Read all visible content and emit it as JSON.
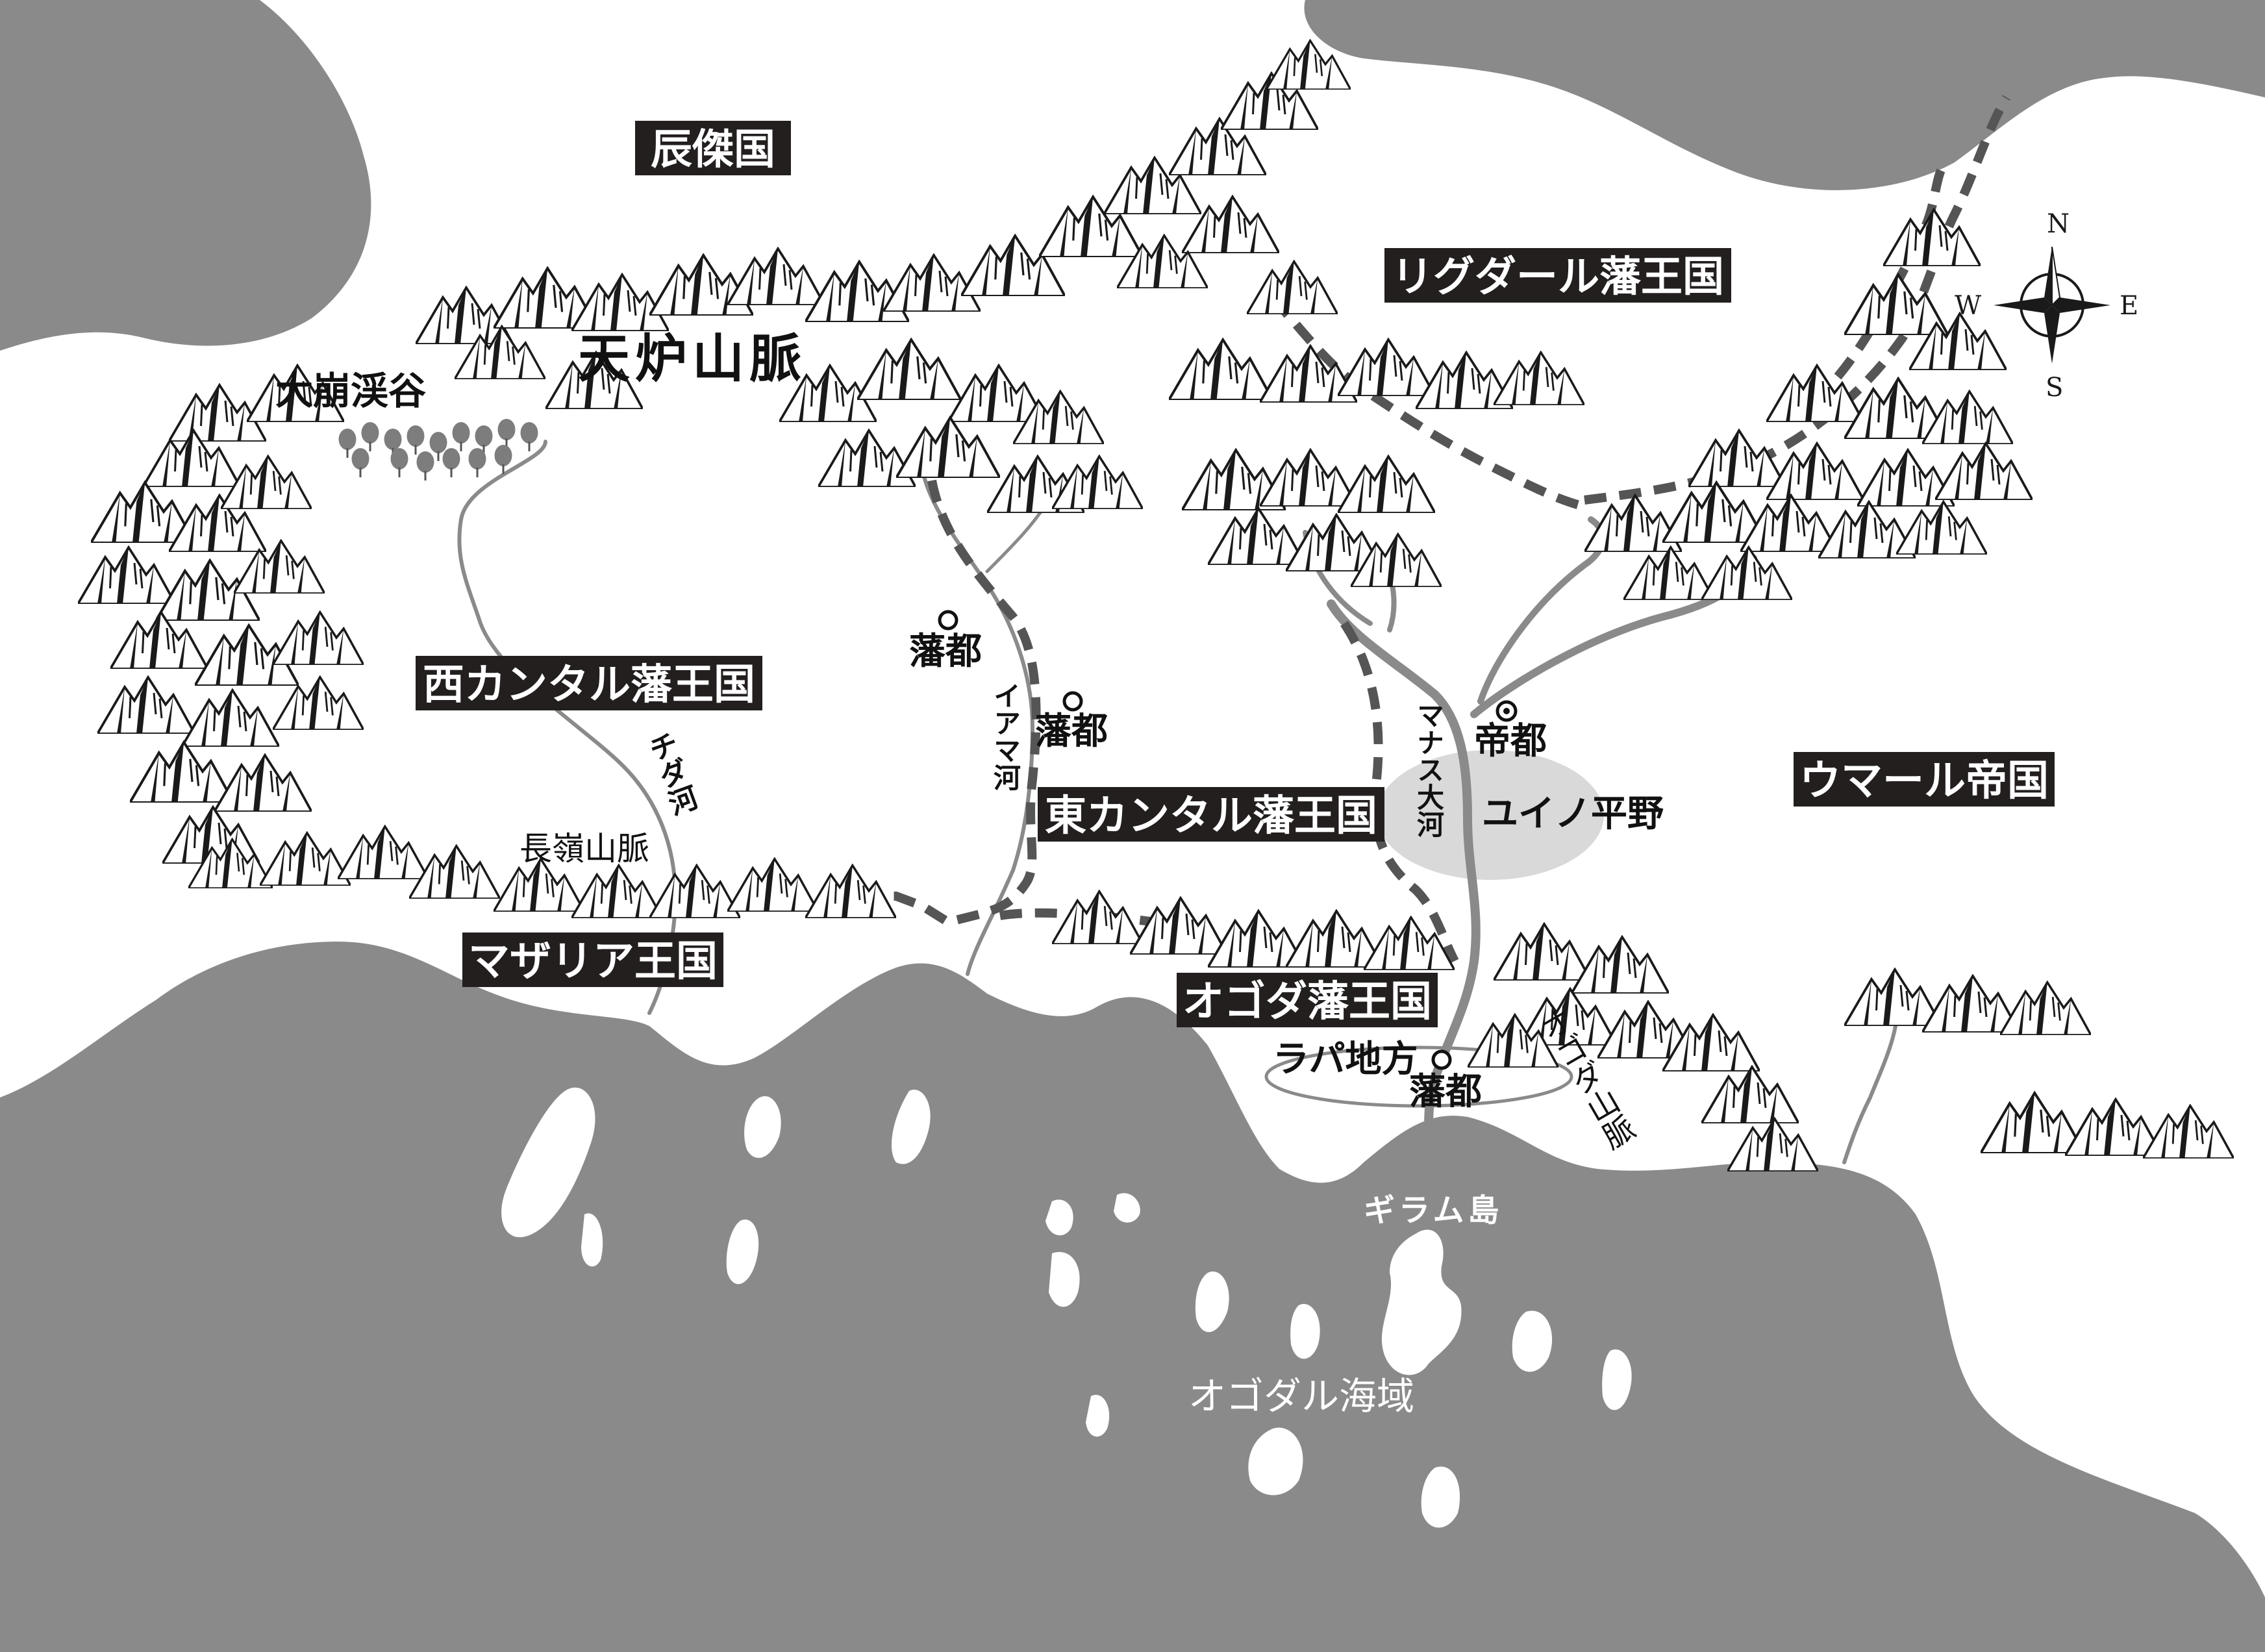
{
  "colors": {
    "sea": "#8a8a8a",
    "land": "#ffffff",
    "mountain_ink": "#1a1a1a",
    "label_box": "#231f1f",
    "river": "#8a8a8a",
    "border": "#555555",
    "plain": "#d9d9d9"
  },
  "kingdoms": {
    "shinketsu": "辰傑国",
    "rigdar": "リグダール藩王国",
    "west_kantal": "西カンタル藩王国",
    "east_kantal": "東カンタル藩王国",
    "umar": "ウマール帝国",
    "mazaria": "マザリア王国",
    "ogoda": "オゴダ藩王国"
  },
  "ranges": {
    "tenro": "天炉山脈",
    "daihou": "大崩渓谷",
    "chorei": "長嶺山脈",
    "ogoda_range": "オゴダ山脈"
  },
  "rivers": {
    "chida": "チダ河",
    "iama": "イアマ河",
    "manasu": "マナス大河"
  },
  "places": {
    "hanto1": "藩都",
    "hanto2": "藩都",
    "hanto3": "藩都",
    "teito": "帝都",
    "yuino": "ユイノ平野",
    "rapa": "ラパ地方",
    "giramu": "ギラム島",
    "ogodaru_sea": "オゴダル海域"
  },
  "compass": {
    "n": "N",
    "s": "S",
    "e": "E",
    "w": "W",
    "icon": "compass-rose-icon"
  }
}
